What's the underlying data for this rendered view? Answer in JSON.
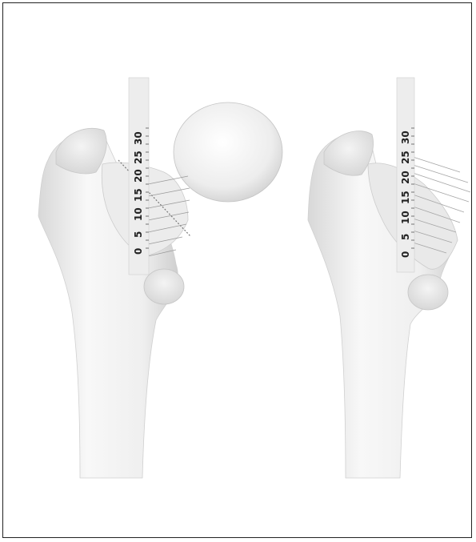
{
  "figure": {
    "left_panel": {
      "ruler_ticks": [
        "0",
        "5",
        "10",
        "15",
        "20",
        "25",
        "30"
      ]
    },
    "right_panel": {
      "ruler_ticks": [
        "0",
        "5",
        "10",
        "15",
        "20",
        "25",
        "30"
      ]
    },
    "colors": {
      "bone_light": "#f7f7f7",
      "bone_mid": "#e6e6e6",
      "bone_shadow": "#c9c9c9",
      "ruler_fill": "#eeeeee",
      "frame_border": "#222222",
      "saw_lines": "#9a9a9a"
    }
  }
}
